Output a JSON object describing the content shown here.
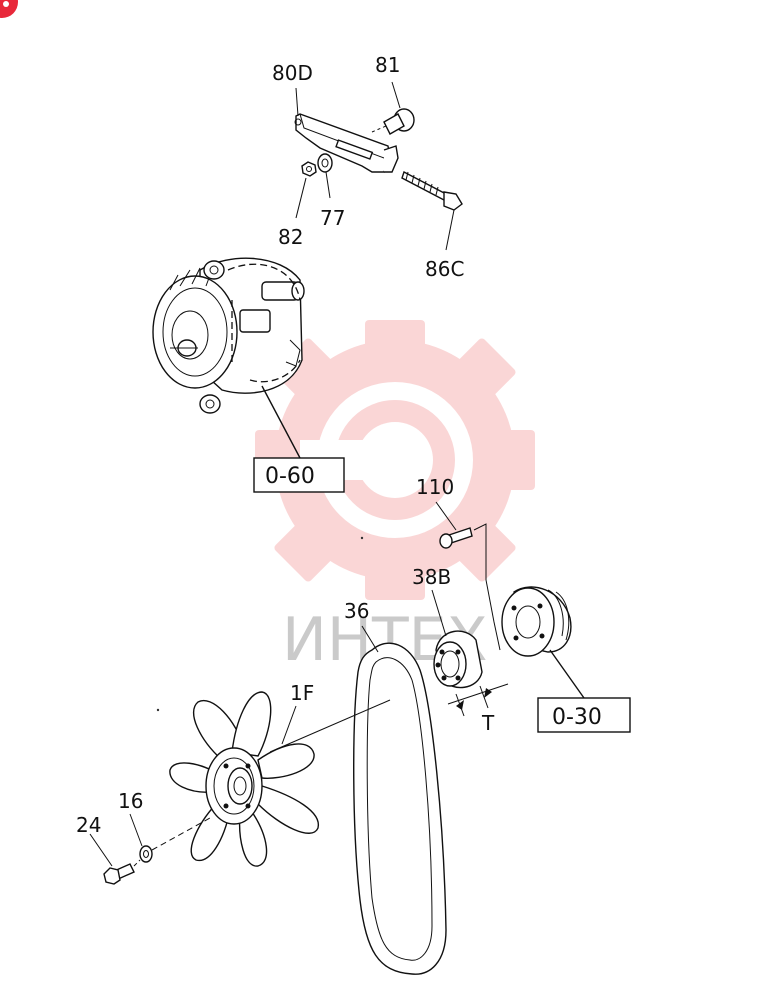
{
  "watermark": {
    "text": "ИНТЕХ",
    "color": "#f4a0a0"
  },
  "corner_badge": {
    "color": "#e8283a"
  },
  "labels": {
    "p80d": "80D",
    "p81": "81",
    "p82": "82",
    "p77": "77",
    "p86c": "86C",
    "p110": "110",
    "p38b": "38B",
    "p36": "36",
    "p1f": "1F",
    "p16": "16",
    "p24": "24",
    "t": "T"
  },
  "refs": {
    "alternator": "0-60",
    "pulley": "0-30"
  }
}
